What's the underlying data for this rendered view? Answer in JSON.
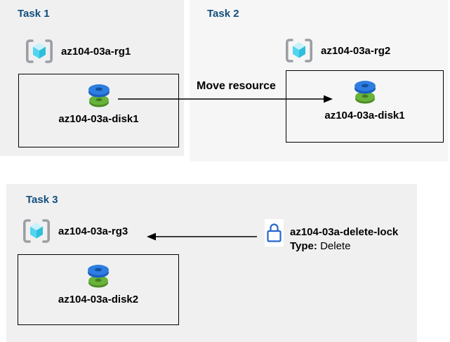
{
  "tasks": [
    {
      "title": "Task 1",
      "resource_group": "az104-03a-rg1",
      "resource": "az104-03a-disk1"
    },
    {
      "title": "Task 2",
      "resource_group": "az104-03a-rg2",
      "resource": "az104-03a-disk1"
    },
    {
      "title": "Task 3",
      "resource_group": "az104-03a-rg3",
      "resource": "az104-03a-disk2"
    }
  ],
  "move": {
    "label": "Move resource"
  },
  "lock": {
    "name": "az104-03a-delete-lock",
    "type_label": "Type:",
    "type_value": "Delete"
  },
  "icons": {
    "resource_group": "resource-group-icon",
    "disk": "disk-icon",
    "lock": "lock-icon",
    "arrow_right": "arrow-right-icon",
    "arrow_left": "arrow-left-icon"
  },
  "colors": {
    "task_title": "#124e7c",
    "panel_gray": "#f0f0f1",
    "panel_light_gray": "#f6f6f7",
    "box_border": "#000000",
    "arrow": "#000000",
    "lock_blue": "#2565cd",
    "cube_top": "#c9f1fb",
    "cube_left": "#53d5ef",
    "cube_right": "#2ebfdc",
    "bracket_gray": "#9b9fa3",
    "disk_blue_top": "#2e7de0",
    "disk_blue_side": "#1a5fc0",
    "disk_blue_hole": "#12519e",
    "disk_green_top": "#68b33a",
    "disk_green_side": "#4e8d26",
    "disk_green_hole": "#447c1d"
  }
}
